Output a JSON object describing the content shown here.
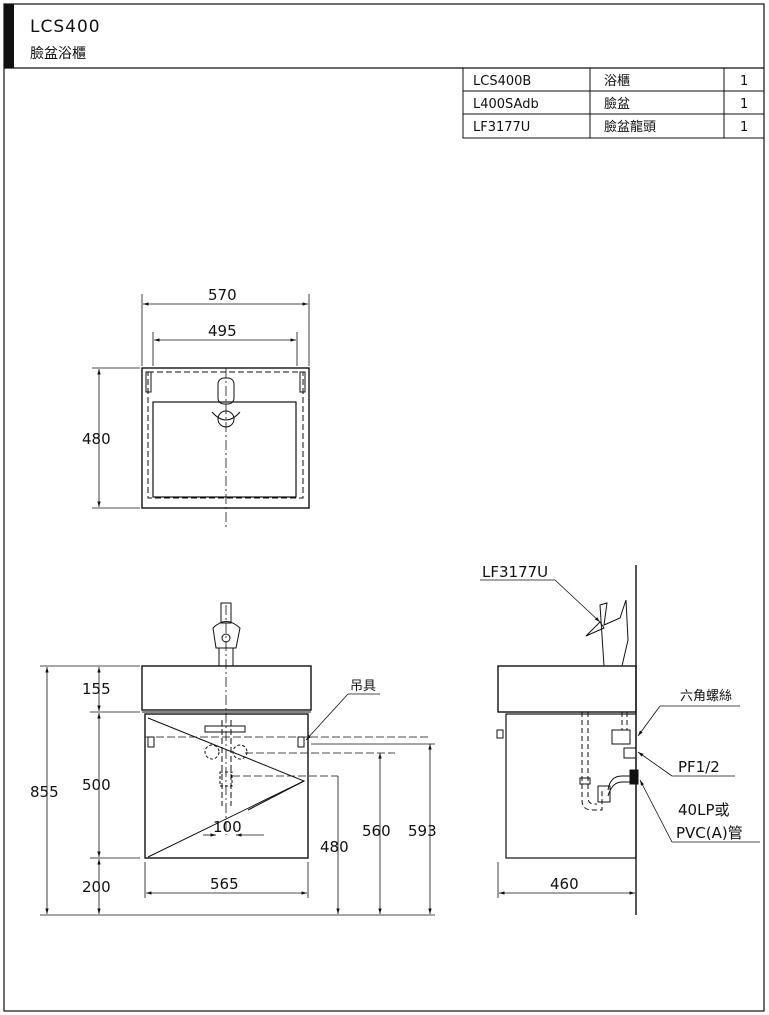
{
  "header": {
    "model": "LCS400",
    "name": "臉盆浴櫃"
  },
  "parts_table": {
    "rows": [
      {
        "code": "LCS400B",
        "desc": "浴櫃",
        "qty": "1"
      },
      {
        "code": "L400SAdb",
        "desc": "臉盆",
        "qty": "1"
      },
      {
        "code": "LF3177U",
        "desc": "臉盆龍頭",
        "qty": "1"
      }
    ]
  },
  "top_view": {
    "width_outer": "570",
    "width_inner": "495",
    "depth": "480"
  },
  "front_view": {
    "basin_height": "155",
    "cabinet_height": "500",
    "total_height": "855",
    "leg_height": "200",
    "cabinet_width": "565",
    "drain_offset": "100",
    "h_480": "480",
    "h_560": "560",
    "h_593": "593",
    "hanger_label": "吊具"
  },
  "side_view": {
    "faucet_label": "LF3177U",
    "hex_screw_label": "六角螺絲",
    "pf_label": "PF1/2",
    "pipe_label_1": "40LP或",
    "pipe_label_2": "PVC(A)管",
    "depth": "460"
  },
  "colors": {
    "line": "#111111",
    "title_bar": "#111111"
  }
}
